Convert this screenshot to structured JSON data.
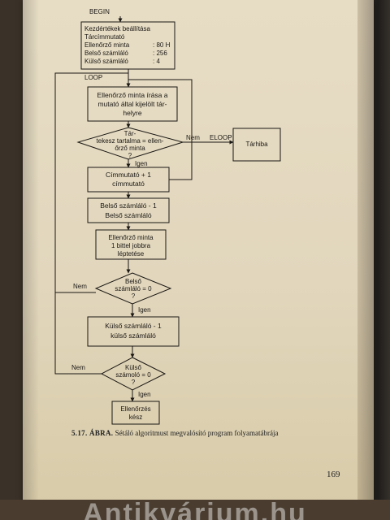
{
  "begin_label": "BEGIN",
  "init_box": {
    "title": "Kezdértékek beállítása",
    "line2": "Tárcímmutató",
    "rows": [
      {
        "label": "Ellenőrző minta",
        "value": ": 80 H"
      },
      {
        "label": "Belső  számláló",
        "value": ": 256"
      },
      {
        "label": "Külső  számláló",
        "value": ":   4"
      }
    ]
  },
  "loop_label": "LOOP",
  "write_box": [
    "Ellenőrző minta írása a",
    "mutató által kijelölt tár-",
    "helyre"
  ],
  "compare_decision": [
    "Tár-",
    "tekesz tartalma = ellen-",
    "őrző  minta",
    "?"
  ],
  "eloop_label": "ELOOP",
  "error_box": "Tárhiba",
  "no_label": "Nem",
  "yes_label": "Igen",
  "pointer_box": [
    "Címmutató + 1",
    "címmutató"
  ],
  "inner_dec_box": [
    "Belső  számláló - 1",
    "Belső  számláló"
  ],
  "shift_box": [
    "Ellenőrző  minta",
    "1 bittel  jobbra",
    "léptetése"
  ],
  "inner_decision": [
    "Belső",
    "számláló  = 0",
    "?"
  ],
  "outer_dec_box": [
    "Külső  számláló - 1",
    "külső  számláló"
  ],
  "outer_decision": [
    "Külső",
    "számoló = 0",
    "?"
  ],
  "end_box": [
    "Ellenőrzés",
    "kész"
  ],
  "caption": {
    "label": "5.17. ÁBRA.",
    "text": "Sétáló algoritmust megvalósító program folyamatábrája"
  },
  "page_number": "169",
  "watermark": "Antikvárium.hu"
}
